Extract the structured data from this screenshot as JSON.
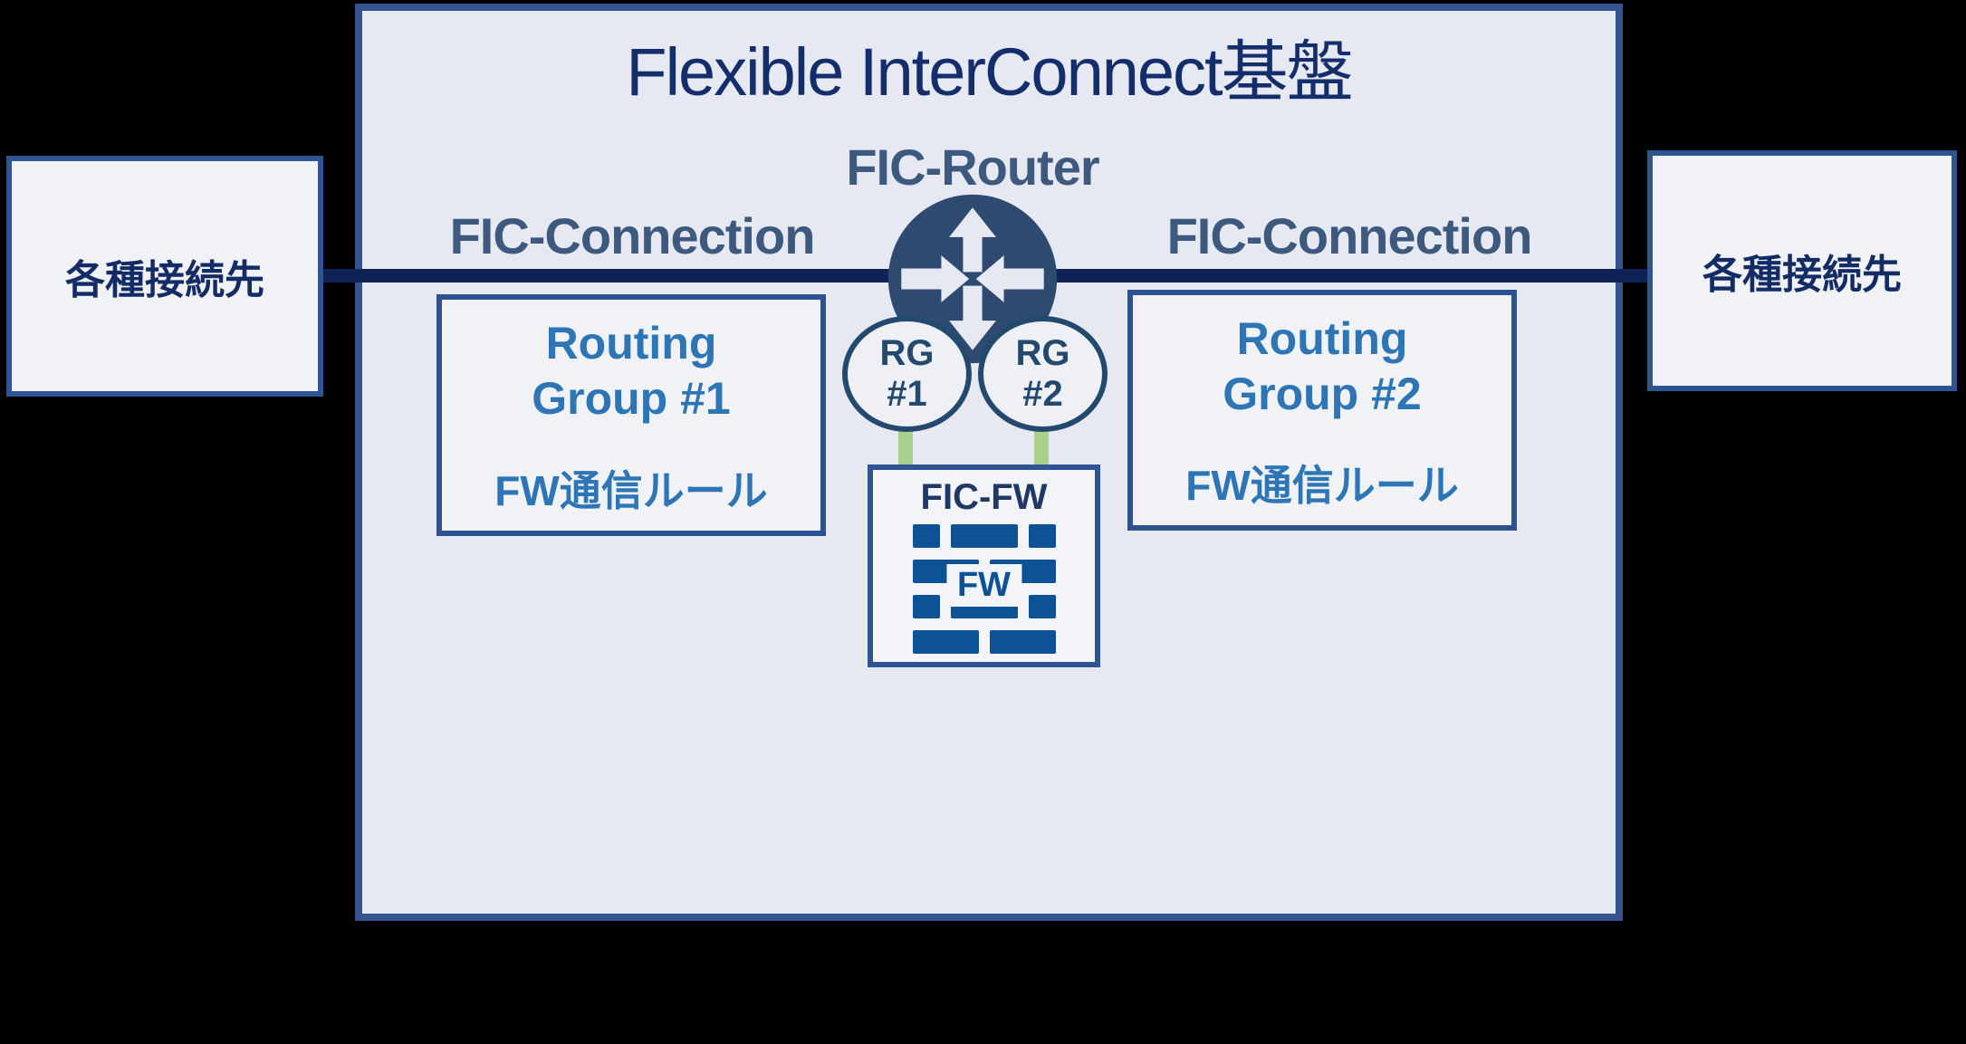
{
  "diagram": {
    "title": "Flexible InterConnect基盤",
    "router_label": "FIC-Router",
    "connection_left_label": "FIC-Connection",
    "connection_right_label": "FIC-Connection",
    "endpoint_left": "各種接続先",
    "endpoint_right": "各種接続先",
    "routing_group_1": {
      "line1": "Routing",
      "line2": "Group #1",
      "rule": "FW通信ルール"
    },
    "routing_group_2": {
      "line1": "Routing",
      "line2": "Group #2",
      "rule": "FW通信ルール"
    },
    "rg_node_1": {
      "line1": "RG",
      "line2": "#1"
    },
    "rg_node_2": {
      "line1": "RG",
      "line2": "#2"
    },
    "firewall": {
      "label": "FIC-FW",
      "fw": "FW"
    },
    "colors": {
      "background": "#000000",
      "panel_fill": "#e6e8f2",
      "panel_border": "#35548f",
      "box_fill": "#f1f2f5",
      "box_border": "#2e5493",
      "title_text": "#142e6b",
      "label_text": "#3d5a7e",
      "connection_line": "#0e2256",
      "router_fill": "#2e4a70",
      "rg_circle_border": "#24496f",
      "routing_text": "#2e75b6",
      "green_link": "#a9d08e",
      "brick_blue": "#0e5296"
    }
  }
}
